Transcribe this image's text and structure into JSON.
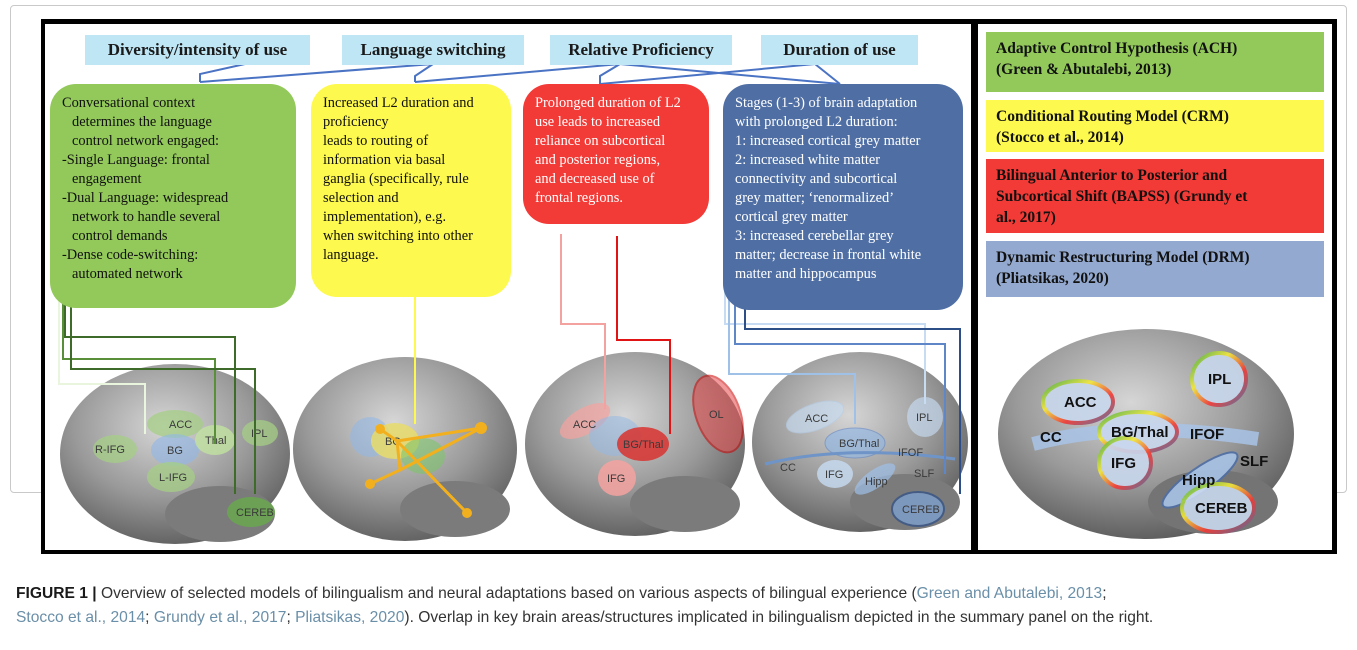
{
  "factors": [
    {
      "id": "diversity",
      "label": "Diversity/intensity of use"
    },
    {
      "id": "switching",
      "label": "Language switching"
    },
    {
      "id": "proficiency",
      "label": "Relative Proficiency"
    },
    {
      "id": "duration",
      "label": "Duration of use"
    }
  ],
  "boxes": {
    "green": [
      "Conversational context",
      "    determines the language",
      "    control network engaged:",
      "-Single Language: frontal",
      "    engagement",
      "-Dual Language: widespread",
      "    network to handle several",
      "    control demands",
      "-Dense code-switching:",
      "    automated network"
    ],
    "yellow": [
      "Increased L2 duration and",
      "proficiency",
      "leads to routing of",
      "information via basal",
      "ganglia (specifically, rule",
      "selection and",
      "implementation), e.g.",
      "when switching into other",
      "language."
    ],
    "red": [
      "Prolonged duration of L2",
      "use leads to increased",
      "reliance on subcortical",
      "and posterior regions,",
      "and decreased use of",
      "frontal regions."
    ],
    "blue": [
      "Stages (1-3) of brain adaptation",
      "with prolonged L2 duration:",
      "1: increased cortical grey matter",
      "2: increased white matter",
      "connectivity and subcortical",
      "grey matter; ‘renormalized’",
      "cortical grey matter",
      "3: increased cerebellar grey",
      "matter; decrease in frontal white",
      "matter and hippocampus"
    ]
  },
  "models": [
    {
      "lines": [
        "Adaptive Control Hypothesis (ACH)",
        "(Green & Abutalebi, 2013)"
      ],
      "color": "#93c95a"
    },
    {
      "lines": [
        "Conditional Routing Model (CRM)",
        "(Stocco et al., 2014)"
      ],
      "color": "#fdf94e"
    },
    {
      "lines": [
        "Bilingual Anterior to Posterior and",
        "Subcortical Shift (BAPSS) (Grundy et",
        "al., 2017)"
      ],
      "color": "#f23a36"
    },
    {
      "lines": [
        "Dynamic Restructuring Model (DRM)",
        "(Pliatsikas, 2020)"
      ],
      "color": "#93a9cf"
    }
  ],
  "brain_labels": {
    "b1": [
      "ACC",
      "R-IFG",
      "BG",
      "Thal",
      "IPL",
      "L-IFG",
      "CEREB"
    ],
    "b2": [
      "BG"
    ],
    "b3": [
      "ACC",
      "BG/Thal",
      "OL",
      "IFG"
    ],
    "b4": [
      "ACC",
      "BG/Thal",
      "IPL",
      "IFOF",
      "CC",
      "IFG",
      "Hipp",
      "SLF",
      "CEREB"
    ],
    "summary": [
      "IPL",
      "ACC",
      "BG/Thal",
      "CC",
      "IFOF",
      "IFG",
      "SLF",
      "Hipp",
      "CEREB"
    ]
  },
  "caption": {
    "fig_label": "FIGURE 1 |",
    "line1_text": " Overview of selected models of bilingualism and neural adaptations based on various aspects of bilingual experience (",
    "ref1": "Green and Abutalebi, 2013",
    "line1_end": ";",
    "ref2": "Stocco et al., 2014",
    "sep1": "; ",
    "ref3": "Grundy et al., 2017",
    "sep2": "; ",
    "ref4": "Pliatsikas, 2020",
    "line2_end": "). Overlap in key brain areas/structures implicated in bilingualism depicted in the summary panel on the right."
  },
  "colors": {
    "green": "#93c95a",
    "yellow": "#fdf94e",
    "red": "#f23a36",
    "blue": "#4f6fa4",
    "factor_bg": "#bfe6f5",
    "ref_link": "#6a8fa8"
  }
}
